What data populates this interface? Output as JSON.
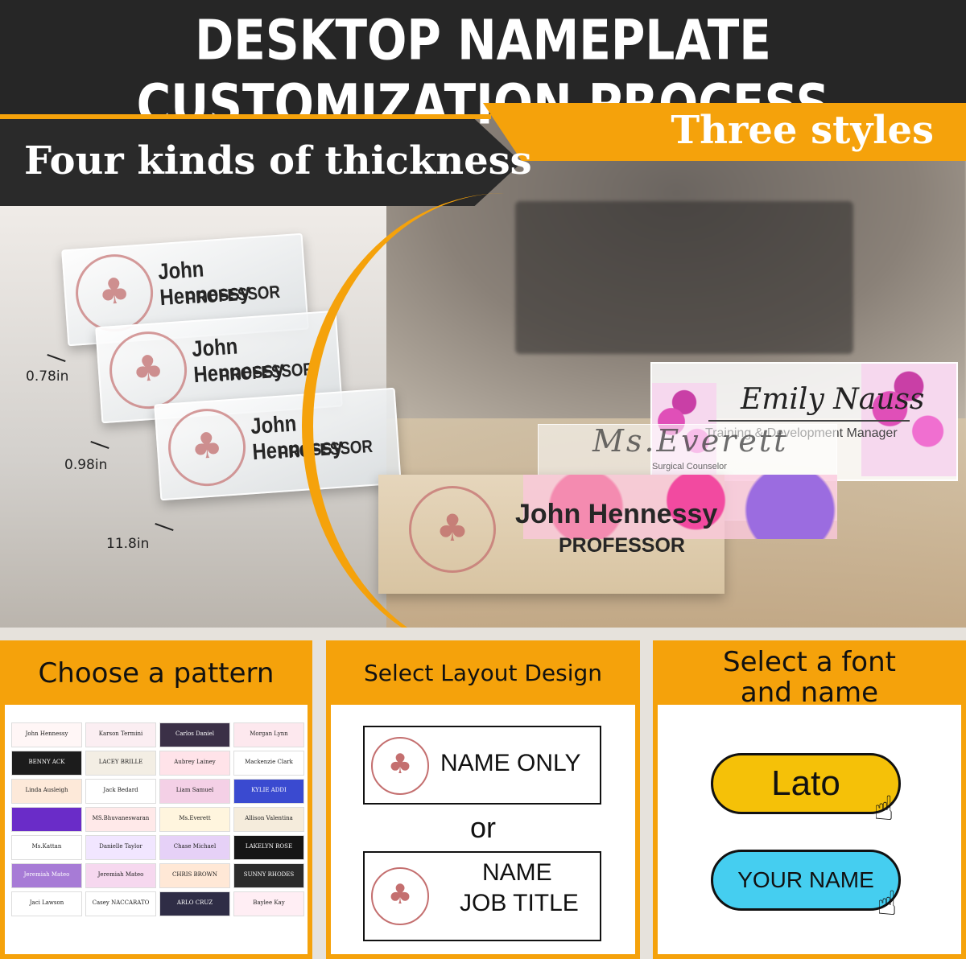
{
  "header": {
    "title": "DESKTOP NAMEPLATE CUSTOMIZATION PROCESS",
    "styles_label": "Three styles",
    "thickness_label": "Four kinds of thickness"
  },
  "acrylic_samples": {
    "name": "John Hennessy",
    "title": "PROFESSOR",
    "dimensions": [
      "0.78in",
      "0.98in",
      "11.8in"
    ]
  },
  "style_samples": {
    "emily_name": "Emily Nauss",
    "emily_title": "Training & Development Manager",
    "everett_name": "Ms.Everett",
    "everett_title": "Surgical Counselor",
    "wood_name": "John Hennessy",
    "wood_title": "PROFESSOR"
  },
  "steps": {
    "pattern": {
      "heading": "Choose a pattern",
      "patterns": [
        "John Hennessy",
        "Karson Termini",
        "Carlos Daniel",
        "Morgan Lynn",
        "BENNY ACK",
        "LACEY BRILLE",
        "Aubrey Lainey",
        "Mackenzie Clark",
        "Linda Ausleigh",
        "Jack Bedard",
        "Liam Samuel",
        "KYLIE ADDI",
        "",
        "MS.Bhuvaneswaran",
        "Ms.Everett",
        "Allison Valentina",
        "Ms.Kattan",
        "Danielle Taylor",
        "Chase Michael",
        "LAKELYN ROSE",
        "Jeremiah Mateo",
        "Jeremiah Mateo",
        "CHRIS BROWN",
        "SUNNY RHODES",
        "Jaci Lawson",
        "Casey NACCARATO",
        "ARLO CRUZ",
        "Baylee Kay"
      ],
      "colors": [
        "#fff6f6",
        "#fbeef2",
        "#3b3047",
        "#fde8ee",
        "#1c1c1c",
        "#f3eee4",
        "#ffe3e9",
        "#ffffff",
        "#fde9d9",
        "#ffffff",
        "#f4d0e6",
        "#3a4ad0",
        "#6a2cc8",
        "#ffe9e9",
        "#fff5de",
        "#f5ecdc",
        "#ffffff",
        "#f1e6ff",
        "#e6d1f7",
        "#151515",
        "#a77bd6",
        "#f6d8ef",
        "#ffe8d6",
        "#2b2b2b",
        "#ffffff",
        "#ffffff",
        "#2f2d46",
        "#ffeef4"
      ]
    },
    "layout": {
      "heading": "Select Layout Design",
      "option1": "NAME ONLY",
      "or_label": "or",
      "option2_line1": "NAME",
      "option2_line2": "JOB TITLE"
    },
    "font": {
      "heading_line1": "Select a font",
      "heading_line2": "and name",
      "font_option": "Lato",
      "name_option": "YOUR NAME"
    }
  },
  "colors": {
    "accent_orange": "#f5a20b",
    "header_dark": "#262626",
    "pill_yellow": "#f5c108",
    "pill_cyan": "#45cef0"
  }
}
